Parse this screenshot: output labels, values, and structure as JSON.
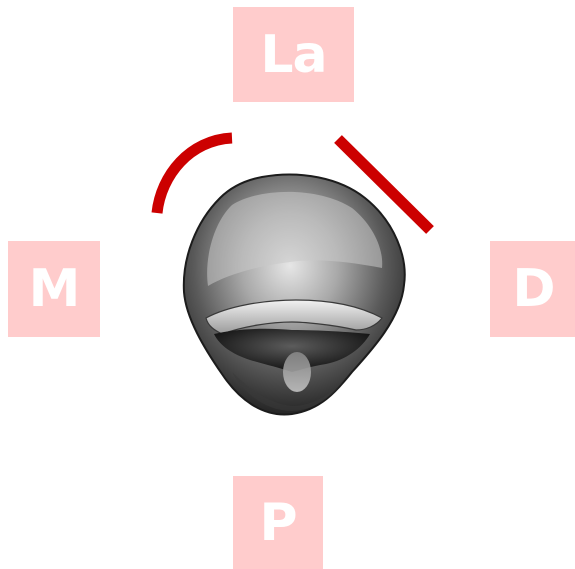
{
  "labels": {
    "top": "La",
    "left": "M",
    "right": "D",
    "bottom": "P"
  },
  "colors": {
    "label_background": "#ffcccc",
    "label_text": "#ffffff",
    "marker": "#cc0000",
    "specimen_dark": "#2b2b2b",
    "specimen_light": "#d8d8d8"
  },
  "icons": {
    "arc_marker": "curved-margin-marker",
    "line_marker": "straight-margin-marker",
    "specimen": "tooth-crown-occlusal-view"
  }
}
